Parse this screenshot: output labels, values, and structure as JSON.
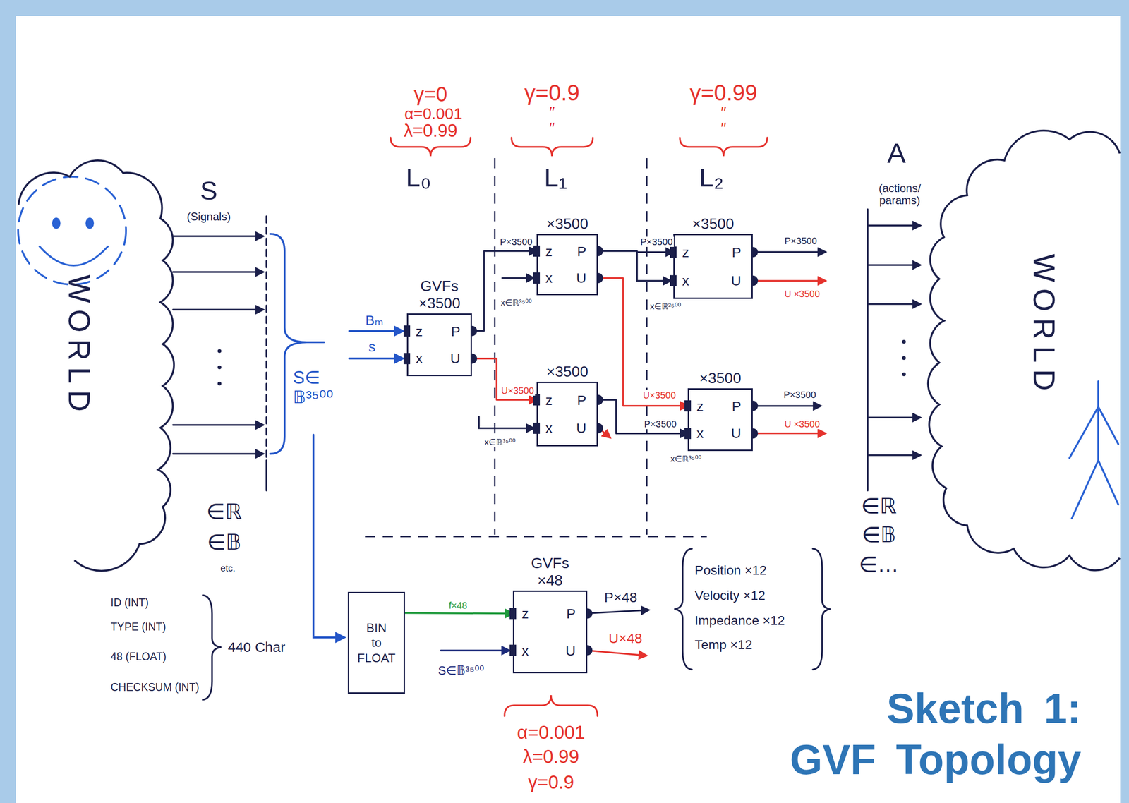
{
  "diagram": {
    "title": "Sketch 1: GVF Topology",
    "nodes": [
      {
        "text": [
          "WORLD"
        ]
      },
      {
        "text": [
          "GVFs ×3500",
          "z",
          "P",
          "x",
          "U"
        ]
      },
      {
        "text": [
          "×3500",
          "z",
          "P",
          "x",
          "U"
        ]
      },
      {
        "text": [
          "×3500",
          "z",
          "P",
          "x",
          "U"
        ]
      },
      {
        "text": [
          "×3500",
          "z",
          "P",
          "x",
          "U"
        ]
      },
      {
        "text": [
          "×3500",
          "z",
          "P",
          "x",
          "U"
        ]
      },
      {
        "text": [
          "BIN to FLOAT"
        ]
      },
      {
        "text": [
          "GVFs ×48",
          "z",
          "P",
          "x",
          "U"
        ]
      },
      {
        "text": [
          "WORLD"
        ]
      }
    ],
    "edges": [
      {
        "from": 1,
        "to": 2,
        "arrow": "to",
        "label": "P×3500"
      },
      {
        "from": 1,
        "to": 3,
        "arrow": "to",
        "label": "U×3500"
      },
      {
        "from": 2,
        "to": 4,
        "arrow": "to",
        "label": "P×3500"
      },
      {
        "from": 2,
        "to": 5,
        "arrow": "to",
        "label": "U×3500"
      },
      {
        "from": 3,
        "to": 5,
        "arrow": "to",
        "label": "P×3500"
      },
      {
        "from": 6,
        "to": 7,
        "arrow": "to",
        "label": "f×48"
      }
    ],
    "labels": [
      "S",
      "(Signals)",
      "∈ℝ",
      "∈𝔹",
      "etc.",
      "S∈ 𝔹³⁵⁰⁰",
      "ID (INT)",
      "TYPE (INT)",
      "48 (FLOAT)",
      "CHECKSUM (INT)",
      "440 Char",
      "γ=0",
      "α=0.001",
      "λ=0.99",
      "L₀",
      "γ=0.9",
      "″",
      "″",
      "L₁",
      "γ=0.99",
      "″",
      "″",
      "L₂",
      "Bₘ",
      "s",
      "x∈ℝ³⁵⁰⁰",
      "x∈ℝ³⁵⁰⁰",
      "x∈ℝ³⁵⁰⁰",
      "x∈ℝ³⁵⁰⁰",
      "P×3500",
      "U ×3500",
      "P×3500",
      "U ×3500",
      "S∈𝔹³⁵⁰⁰",
      "P×48",
      "U×48",
      "Position ×12",
      "Velocity ×12",
      "Impedance ×12",
      "Temp ×12",
      "α=0.001",
      "λ=0.99",
      "γ=0.9",
      "A",
      "(actions/ params)",
      "∈ℝ",
      "∈𝔹",
      "∈…"
    ]
  }
}
